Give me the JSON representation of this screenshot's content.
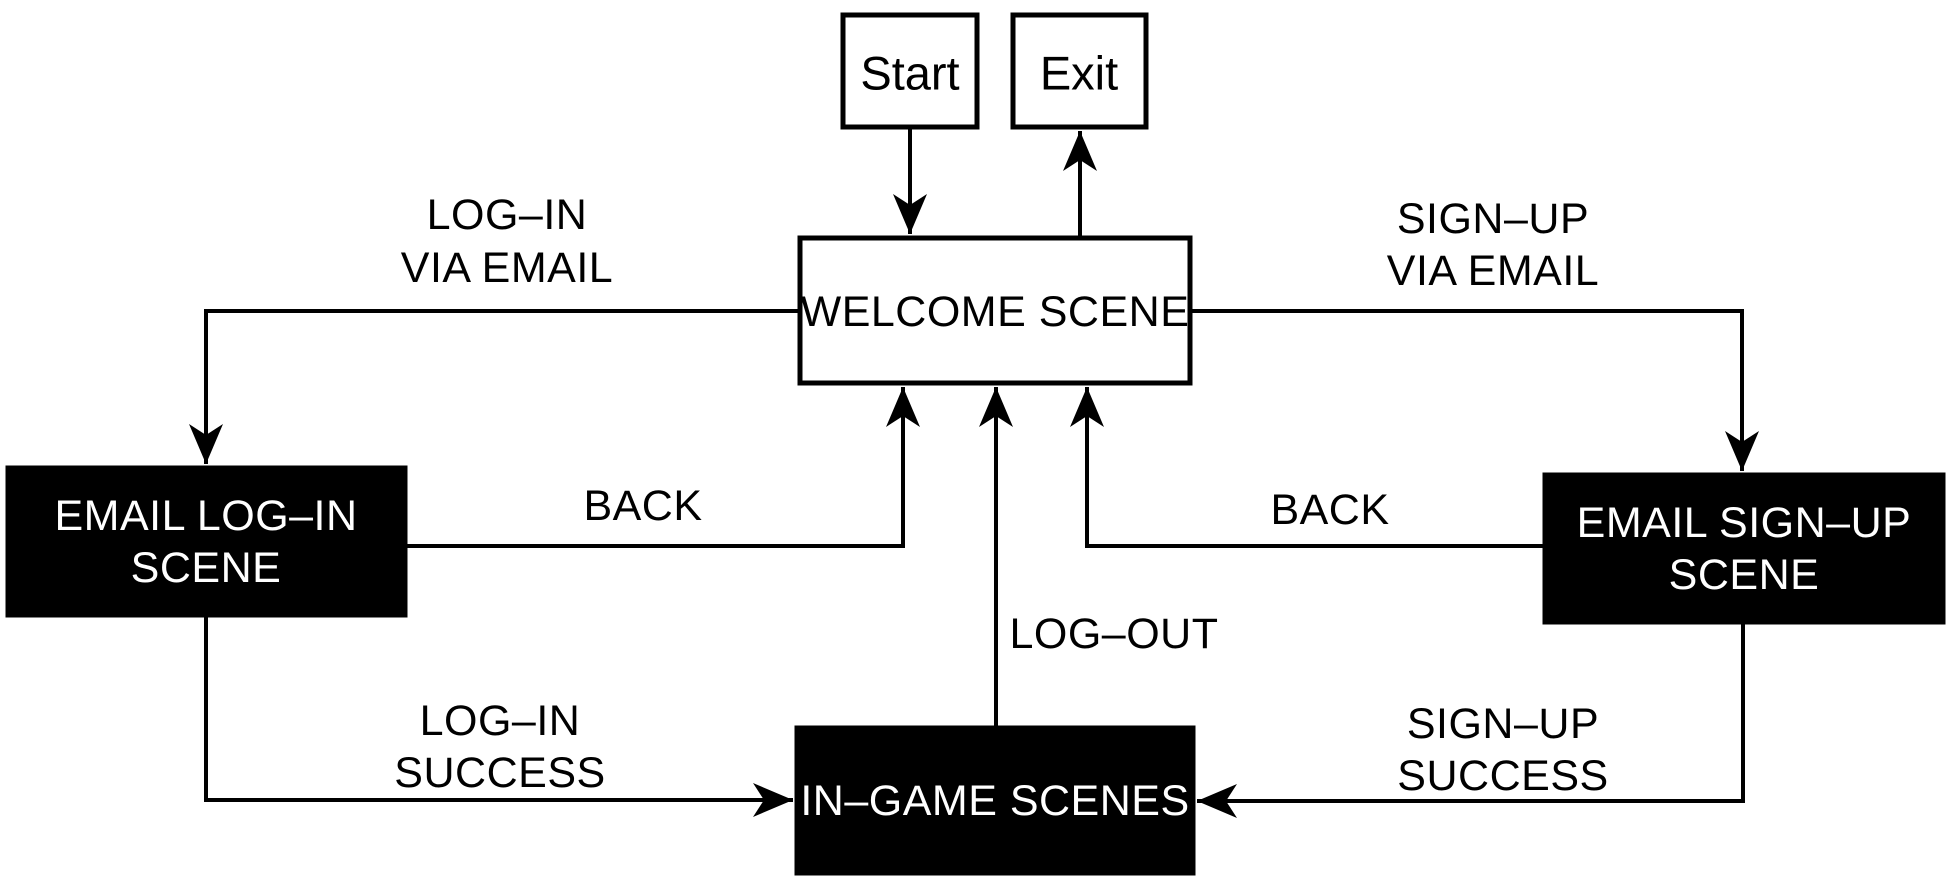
{
  "diagram": {
    "background": "#ffffff",
    "stroke_color": "#000000",
    "dark_box_fill": "#000000",
    "light_box_fill": "#ffffff",
    "nodes": {
      "start": {
        "label": "Start"
      },
      "exit": {
        "label": "Exit"
      },
      "welcome": {
        "label": "WELCOME SCENE"
      },
      "email_login": {
        "line1": "EMAIL LOG–IN",
        "line2": "SCENE"
      },
      "email_signup": {
        "line1": "EMAIL SIGN–UP",
        "line2": "SCENE"
      },
      "in_game": {
        "label": "IN–GAME SCENES"
      }
    },
    "edge_labels": {
      "login_via_email": {
        "line1": "LOG–IN",
        "line2": "VIA EMAIL"
      },
      "signup_via_email": {
        "line1": "SIGN–UP",
        "line2": "VIA EMAIL"
      },
      "back_left": {
        "label": "BACK"
      },
      "back_right": {
        "label": "BACK"
      },
      "logout": {
        "label": "LOG–OUT"
      },
      "login_success": {
        "line1": "LOG–IN",
        "line2": "SUCCESS"
      },
      "signup_success": {
        "line1": "SIGN–UP",
        "line2": "SUCCESS"
      }
    },
    "edges": [
      {
        "from": "Start",
        "to": "WELCOME SCENE",
        "label": ""
      },
      {
        "from": "WELCOME SCENE",
        "to": "Exit",
        "label": ""
      },
      {
        "from": "WELCOME SCENE",
        "to": "EMAIL LOG–IN SCENE",
        "label": "LOG–IN VIA EMAIL"
      },
      {
        "from": "WELCOME SCENE",
        "to": "EMAIL SIGN–UP SCENE",
        "label": "SIGN–UP VIA EMAIL"
      },
      {
        "from": "EMAIL LOG–IN SCENE",
        "to": "WELCOME SCENE",
        "label": "BACK"
      },
      {
        "from": "EMAIL SIGN–UP SCENE",
        "to": "WELCOME SCENE",
        "label": "BACK"
      },
      {
        "from": "EMAIL LOG–IN SCENE",
        "to": "IN–GAME SCENES",
        "label": "LOG–IN SUCCESS"
      },
      {
        "from": "EMAIL SIGN–UP SCENE",
        "to": "IN–GAME SCENES",
        "label": "SIGN–UP SUCCESS"
      },
      {
        "from": "IN–GAME SCENES",
        "to": "WELCOME SCENE",
        "label": "LOG–OUT"
      }
    ]
  }
}
